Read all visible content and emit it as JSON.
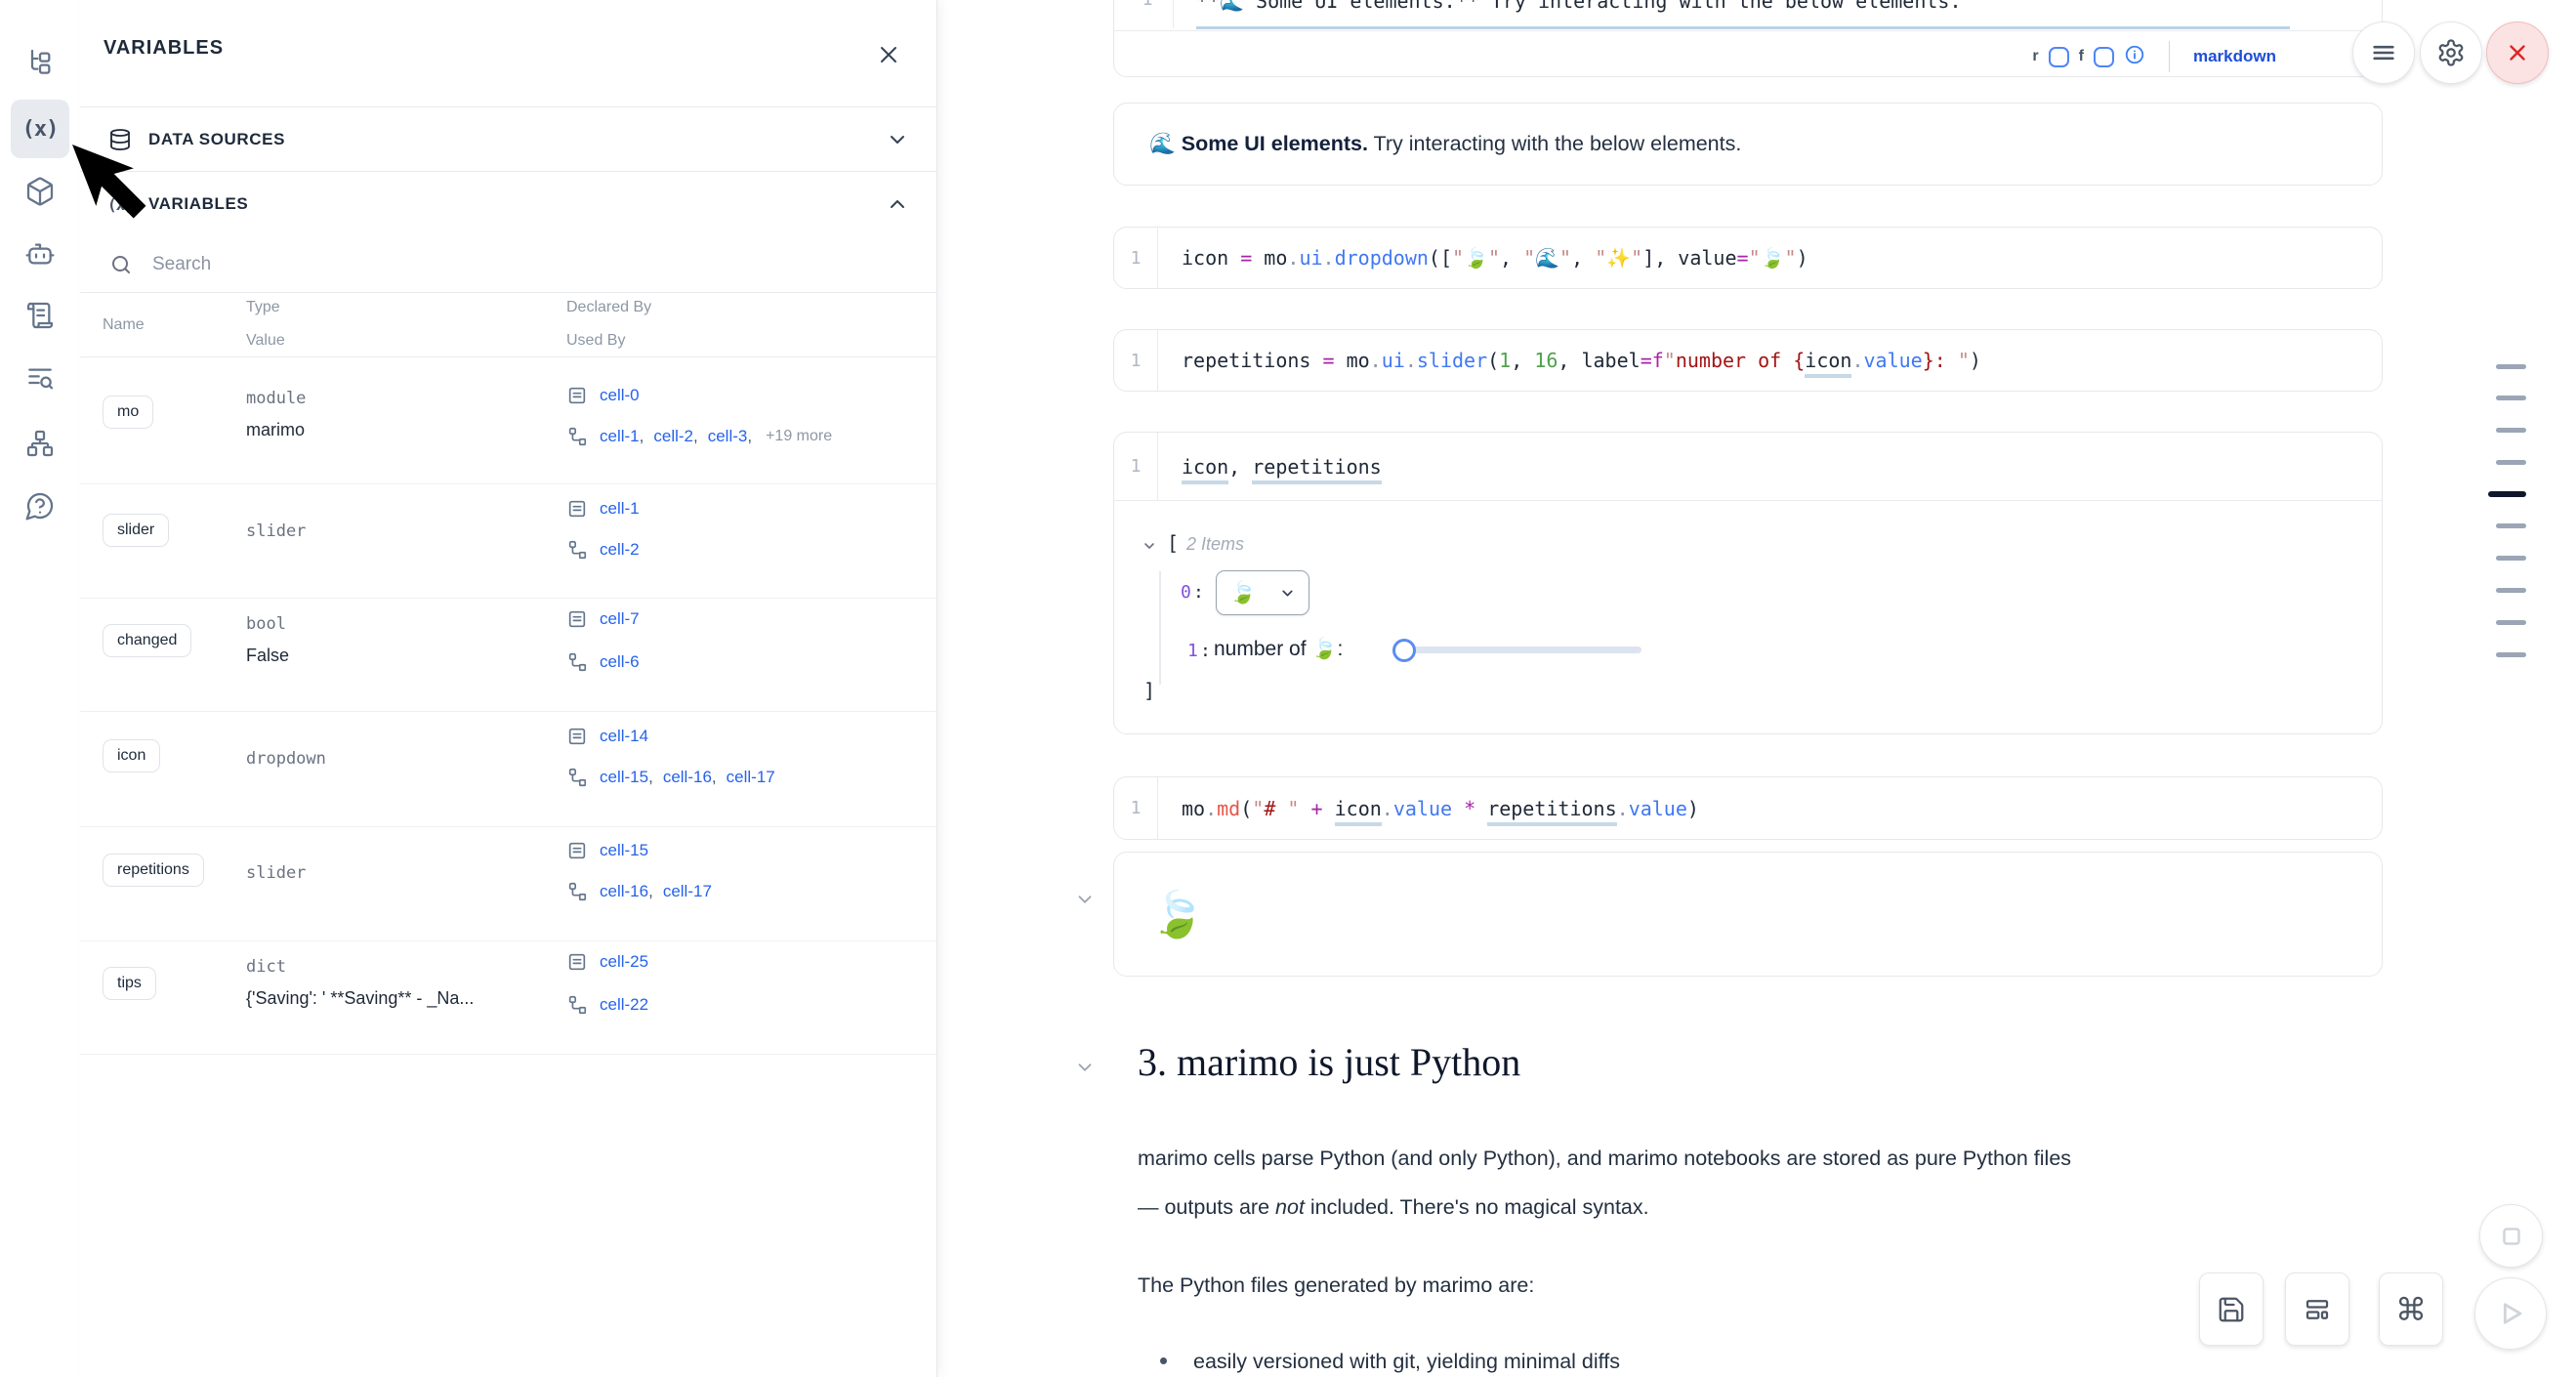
{
  "panel": {
    "title": "VARIABLES",
    "data_sources_label": "DATA SOURCES",
    "variables_label": "VARIABLES",
    "variables_icon_glyph": "(x)",
    "rail_variables_glyph": "(x)",
    "search_placeholder": "Search",
    "sep": ",",
    "columns": {
      "name": "Name",
      "type": "Type",
      "value": "Value",
      "declared": "Declared By",
      "used": "Used By"
    },
    "rows": [
      {
        "name": "mo",
        "type": "module",
        "value": "marimo",
        "declared": "cell-0",
        "used": [
          "cell-1",
          "cell-2",
          "cell-3"
        ],
        "more": "+19 more"
      },
      {
        "name": "slider",
        "type": "slider",
        "value": "",
        "declared": "cell-1",
        "used": [
          "cell-2"
        ]
      },
      {
        "name": "changed",
        "type": "bool",
        "value": "False",
        "declared": "cell-7",
        "used": [
          "cell-6"
        ]
      },
      {
        "name": "icon",
        "type": "dropdown",
        "value": "",
        "declared": "cell-14",
        "used": [
          "cell-15",
          "cell-16",
          "cell-17"
        ]
      },
      {
        "name": "repetitions",
        "type": "slider",
        "value": "",
        "declared": "cell-15",
        "used": [
          "cell-16",
          "cell-17"
        ]
      },
      {
        "name": "tips",
        "type": "dict",
        "value": "{'Saving': ' **Saving** - _Na...",
        "declared": "cell-25",
        "used": [
          "cell-22"
        ]
      }
    ]
  },
  "cells": {
    "line_no": "1",
    "c0": [
      [
        "v",
        "**🌊 Some UI elements.** Try interacting with the below elements."
      ]
    ],
    "toolbar": {
      "r": "r",
      "f": "f",
      "lang": "markdown"
    },
    "md1": {
      "emoji": "🌊 ",
      "bold": "Some UI elements.",
      "rest": " Try interacting with the below elements."
    },
    "c1": [
      [
        "v",
        "icon "
      ],
      [
        "o",
        "="
      ],
      [
        "v",
        " mo"
      ],
      [
        "d",
        "."
      ],
      [
        "b",
        "ui"
      ],
      [
        "d",
        "."
      ],
      [
        "b",
        "dropdown"
      ],
      [
        "v",
        "(["
      ],
      [
        "q",
        "\""
      ],
      [
        "v",
        "🍃"
      ],
      [
        "q",
        "\""
      ],
      [
        "v",
        ", "
      ],
      [
        "q",
        "\""
      ],
      [
        "v",
        "🌊"
      ],
      [
        "q",
        "\""
      ],
      [
        "v",
        ", "
      ],
      [
        "q",
        "\""
      ],
      [
        "v",
        "✨"
      ],
      [
        "q",
        "\""
      ],
      [
        "v",
        "], value"
      ],
      [
        "o",
        "="
      ],
      [
        "q",
        "\""
      ],
      [
        "v",
        "🍃"
      ],
      [
        "q",
        "\""
      ],
      [
        "v",
        ")"
      ]
    ],
    "c2": [
      [
        "v",
        "repetitions "
      ],
      [
        "o",
        "="
      ],
      [
        "v",
        " mo"
      ],
      [
        "d",
        "."
      ],
      [
        "b",
        "ui"
      ],
      [
        "d",
        "."
      ],
      [
        "b",
        "slider"
      ],
      [
        "v",
        "("
      ],
      [
        "n",
        "1"
      ],
      [
        "v",
        ", "
      ],
      [
        "n",
        "16"
      ],
      [
        "v",
        ", label"
      ],
      [
        "o",
        "="
      ],
      [
        "o",
        "f"
      ],
      [
        "q",
        "\""
      ],
      [
        "s",
        "number of "
      ],
      [
        "s",
        "{"
      ],
      [
        "u",
        "icon"
      ],
      [
        "d",
        "."
      ],
      [
        "b",
        "value"
      ],
      [
        "s",
        "}"
      ],
      [
        "s",
        ": "
      ],
      [
        "q",
        "\""
      ],
      [
        "v",
        ")"
      ]
    ],
    "c3": [
      [
        "u",
        "icon"
      ],
      [
        "v",
        ", "
      ],
      [
        "u",
        "repetitions"
      ]
    ],
    "c4": [
      [
        "v",
        "mo"
      ],
      [
        "d",
        "."
      ],
      [
        "r",
        "md"
      ],
      [
        "v",
        "("
      ],
      [
        "q",
        "\""
      ],
      [
        "s",
        "# "
      ],
      [
        "q",
        "\""
      ],
      [
        "v",
        " "
      ],
      [
        "o",
        "+"
      ],
      [
        "v",
        " "
      ],
      [
        "u",
        "icon"
      ],
      [
        "d",
        "."
      ],
      [
        "b",
        "value"
      ],
      [
        "v",
        " "
      ],
      [
        "o",
        "*"
      ],
      [
        "v",
        " "
      ],
      [
        "u",
        "repetitions"
      ],
      [
        "d",
        "."
      ],
      [
        "b",
        "value"
      ],
      [
        "v",
        ")"
      ]
    ],
    "tree": {
      "open": "[",
      "count": "2 Items",
      "i0": "0",
      "i1": "1",
      "colon": ":",
      "dropdown_value": "🍃",
      "slider_label": "number of 🍃: ",
      "close": "]"
    },
    "leaf_output": "🍃"
  },
  "section": {
    "heading": "3. marimo is just Python",
    "p1a": "marimo cells parse Python (and only Python), and marimo notebooks are stored as pure Python files",
    "p1b_pre": "— outputs are ",
    "p1b_em": "not",
    "p1b_post": " included. There's no magical syntax.",
    "p2": "The Python files generated by marimo are:",
    "bullet1": "easily versioned with git, yielding minimal diffs"
  }
}
